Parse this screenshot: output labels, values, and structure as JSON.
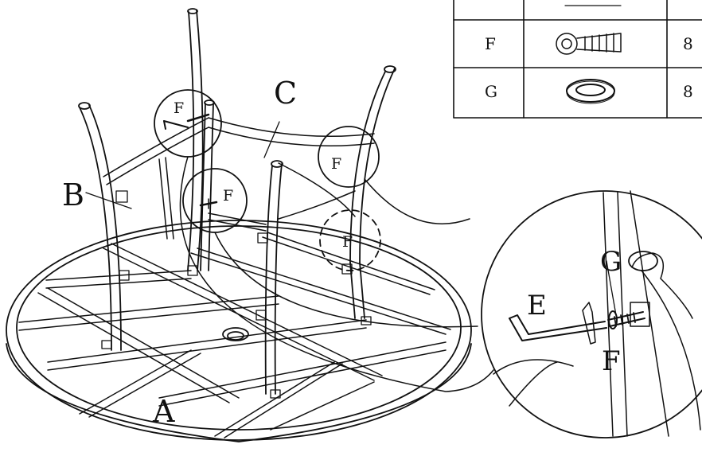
{
  "labels": {
    "table_top": "A",
    "leg_b": "B",
    "leg_c": "C",
    "hex_key": "E",
    "bolt": "F",
    "washer": "G"
  },
  "callouts": {
    "top_left": "F",
    "mid_left": "F",
    "right": "F",
    "dashed": "F"
  },
  "parts_table": {
    "rows": [
      {
        "id": "F",
        "part": "bolt-icon",
        "qty": "8"
      },
      {
        "id": "G",
        "part": "washer-icon",
        "qty": "8"
      }
    ]
  }
}
